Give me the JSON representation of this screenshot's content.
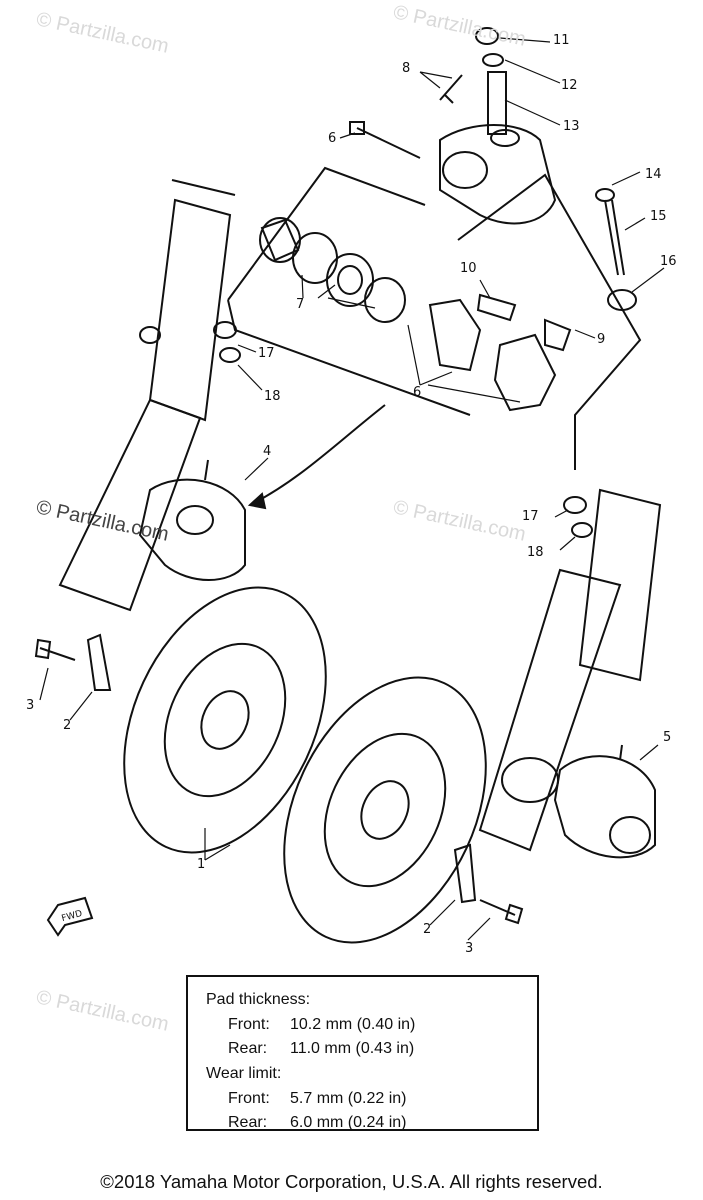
{
  "watermark": "© Partzilla.com",
  "callouts": {
    "c1": "1",
    "c2a": "2",
    "c2b": "2",
    "c3a": "3",
    "c3b": "3",
    "c4": "4",
    "c5": "5",
    "c6a": "6",
    "c6b": "6",
    "c7": "7",
    "c8": "8",
    "c9": "9",
    "c10": "10",
    "c11": "11",
    "c12": "12",
    "c13": "13",
    "c14": "14",
    "c15": "15",
    "c16": "16",
    "c17a": "17",
    "c17b": "17",
    "c18a": "18",
    "c18b": "18"
  },
  "fwd_label": "FWD",
  "spec": {
    "heading": "Pad thickness:",
    "front_label": "Front:",
    "front_value": "10.2 mm (0.40 in)",
    "rear_label": "Rear:",
    "rear_value": "11.0 mm (0.43 in)",
    "wear_heading": "Wear limit:",
    "wear_front_label": "Front:",
    "wear_front_value": "5.7 mm (0.22 in)",
    "wear_rear_label": "Rear:",
    "wear_rear_value": "6.0 mm (0.24 in)"
  },
  "copyright": "©2018 Yamaha Motor Corporation, U.S.A. All rights reserved."
}
